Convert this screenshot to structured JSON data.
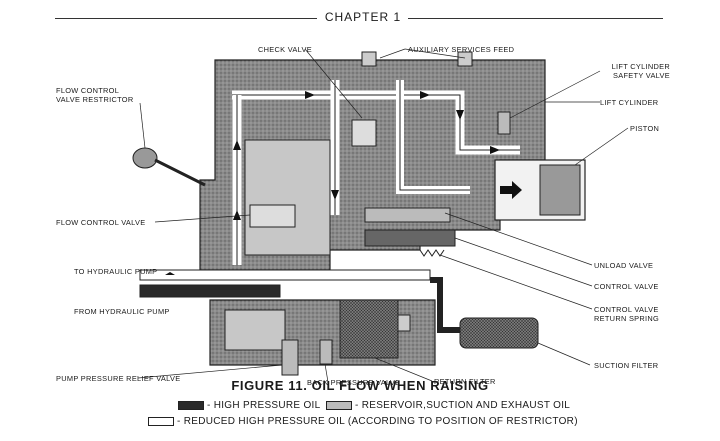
{
  "page": {
    "chapter": "CHAPTER 1"
  },
  "labels": {
    "check_valve": "CHECK VALVE",
    "aux_feed": "AUXILIARY SERVICES FEED",
    "lift_safety": "LIFT CYLINDER SAFETY VALVE",
    "lift_cylinder": "LIFT CYLINDER",
    "piston": "PISTON",
    "flow_restrictor": "FLOW CONTROL VALVE RESTRICTOR",
    "flow_control_valve": "FLOW CONTROL VALVE",
    "to_pump": "TO HYDRAULIC PUMP",
    "from_pump": "FROM HYDRAULIC PUMP",
    "unload_valve": "UNLOAD VALVE",
    "control_valve": "CONTROL VALVE",
    "cv_return_spring": "CONTROL VALVE RETURN SPRING",
    "suction_filter": "SUCTION FILTER",
    "relief_valve": "PUMP PRESSURE RELIEF VALVE",
    "back_pressure": "BACK PRESSURE VALVE",
    "return_filter": "RETURN FILTER"
  },
  "caption": "FIGURE 11.  OIL FLOW WHEN RAISING",
  "legend": {
    "high": "- HIGH PRESSURE OIL",
    "reservoir": "- RESERVOIR,SUCTION AND EXHAUST OIL",
    "reduced": "- REDUCED HIGH PRESSURE OIL (ACCORDING TO POSITION OF RESTRICTOR)"
  }
}
